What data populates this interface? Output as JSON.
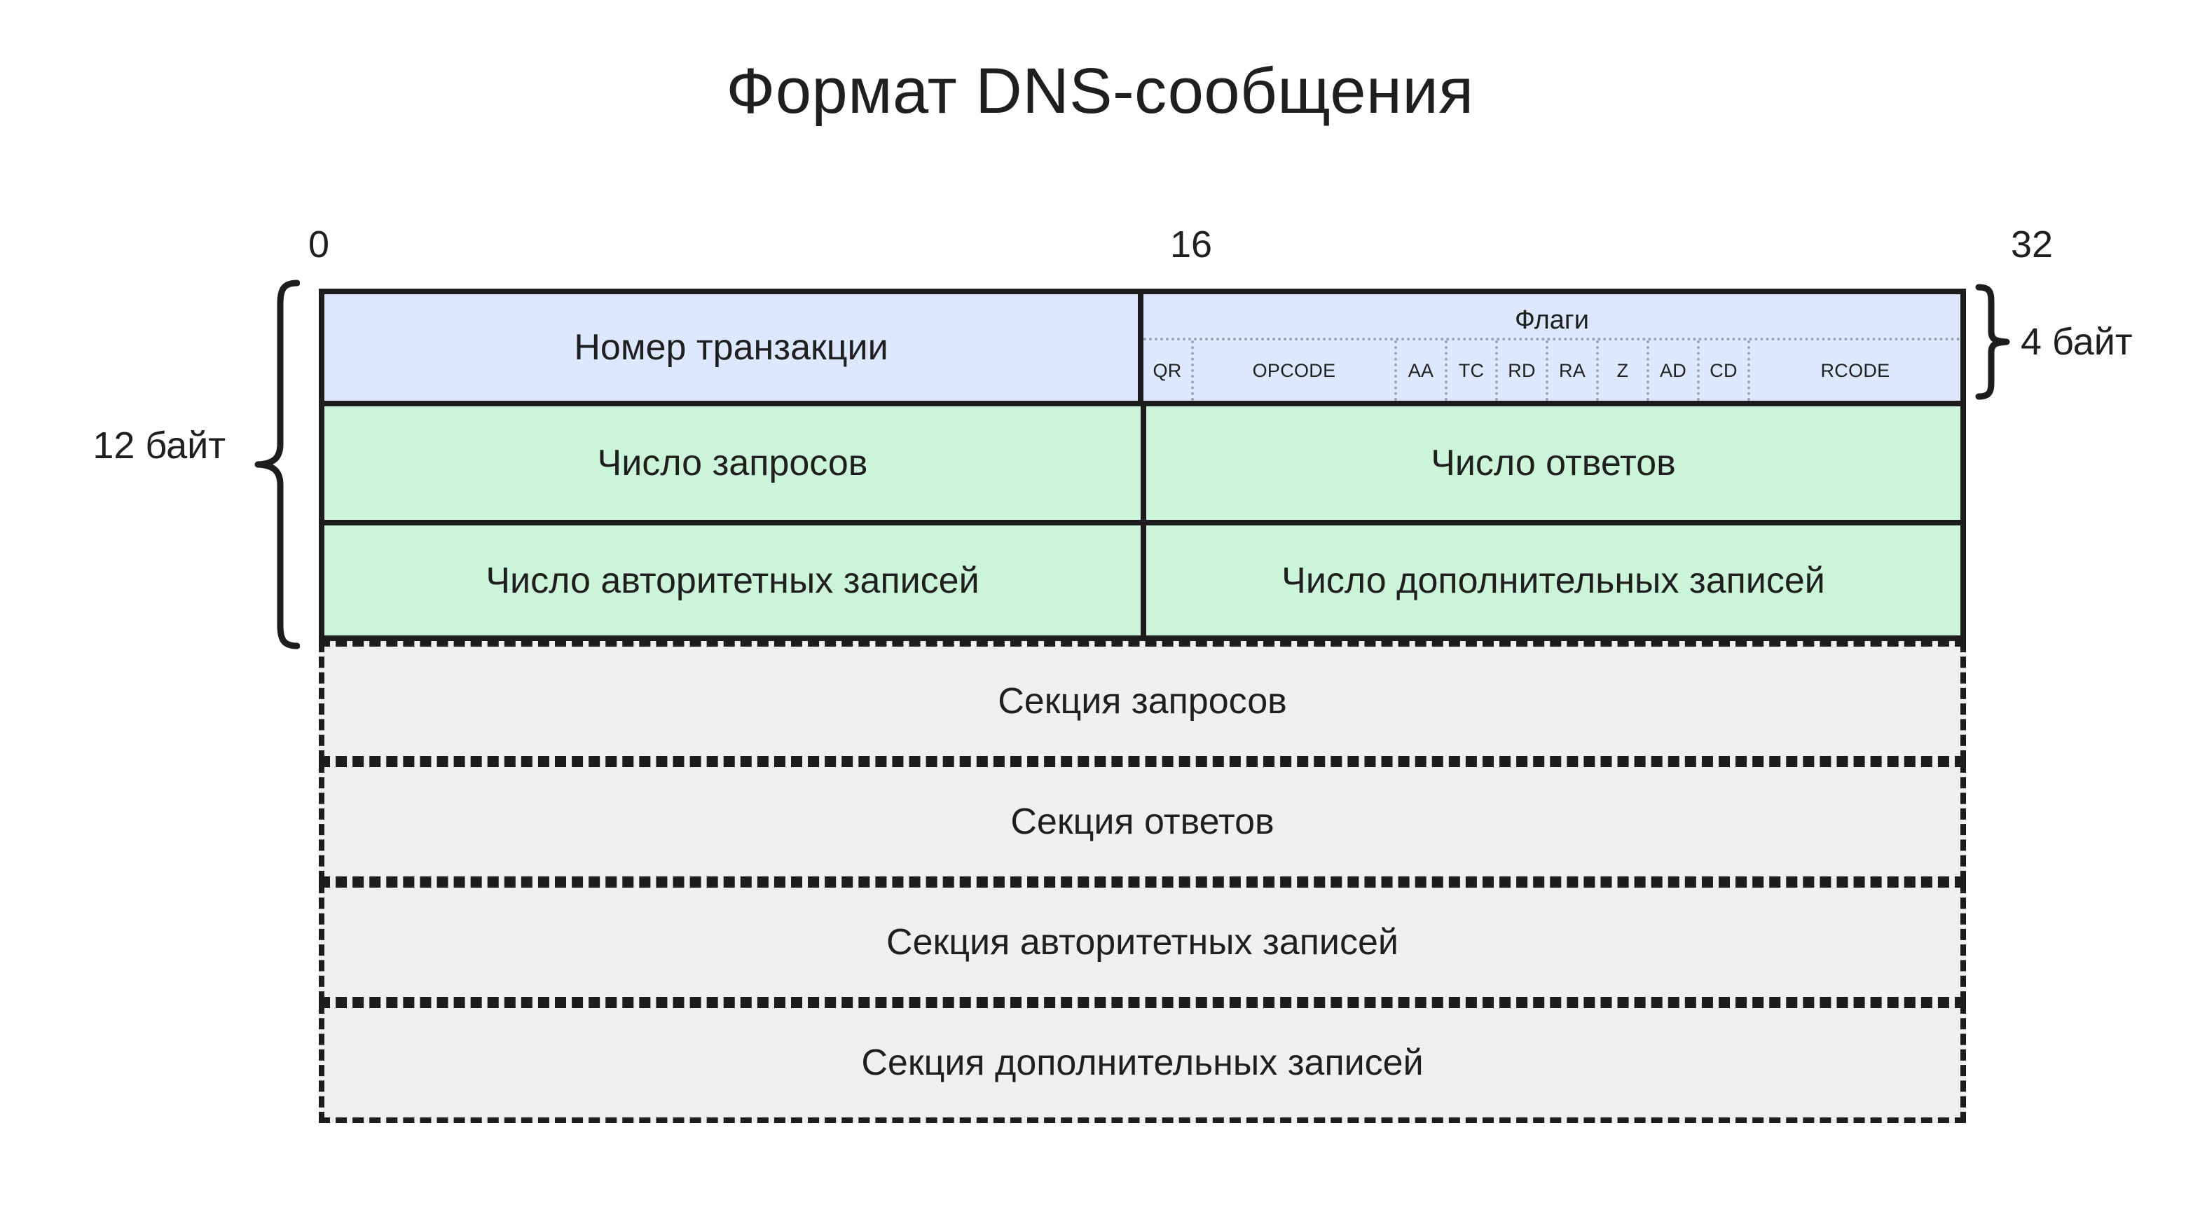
{
  "title": "Формат DNS-сообщения",
  "ruler": {
    "start": "0",
    "middle": "16",
    "end": "32"
  },
  "braces": {
    "left_label": "12 байт",
    "right_label": "4 байт"
  },
  "colors": {
    "blue_fill": "#dde7fe",
    "green_fill": "#cbf4da",
    "gray_fill": "#efefef",
    "stroke": "#1d1d1d",
    "dotted_stroke": "#9aa4b5",
    "background": "#ffffff"
  },
  "header": {
    "rows": [
      {
        "left": "Номер транзакции",
        "right_title": "Флаги"
      },
      {
        "left": "Число запросов",
        "right": "Число ответов"
      },
      {
        "left": "Число авторитетных записей",
        "right": "Число дополнительных записей"
      }
    ],
    "flag_bits": [
      {
        "label": "QR",
        "bits": 1
      },
      {
        "label": "OPCODE",
        "bits": 4
      },
      {
        "label": "AA",
        "bits": 1
      },
      {
        "label": "TC",
        "bits": 1
      },
      {
        "label": "RD",
        "bits": 1
      },
      {
        "label": "RA",
        "bits": 1
      },
      {
        "label": "Z",
        "bits": 1
      },
      {
        "label": "AD",
        "bits": 1
      },
      {
        "label": "CD",
        "bits": 1
      },
      {
        "label": "RCODE",
        "bits": 4
      }
    ]
  },
  "sections": [
    "Секция запросов",
    "Секция ответов",
    "Секция авторитетных записей",
    "Секция дополнительных записей"
  ]
}
